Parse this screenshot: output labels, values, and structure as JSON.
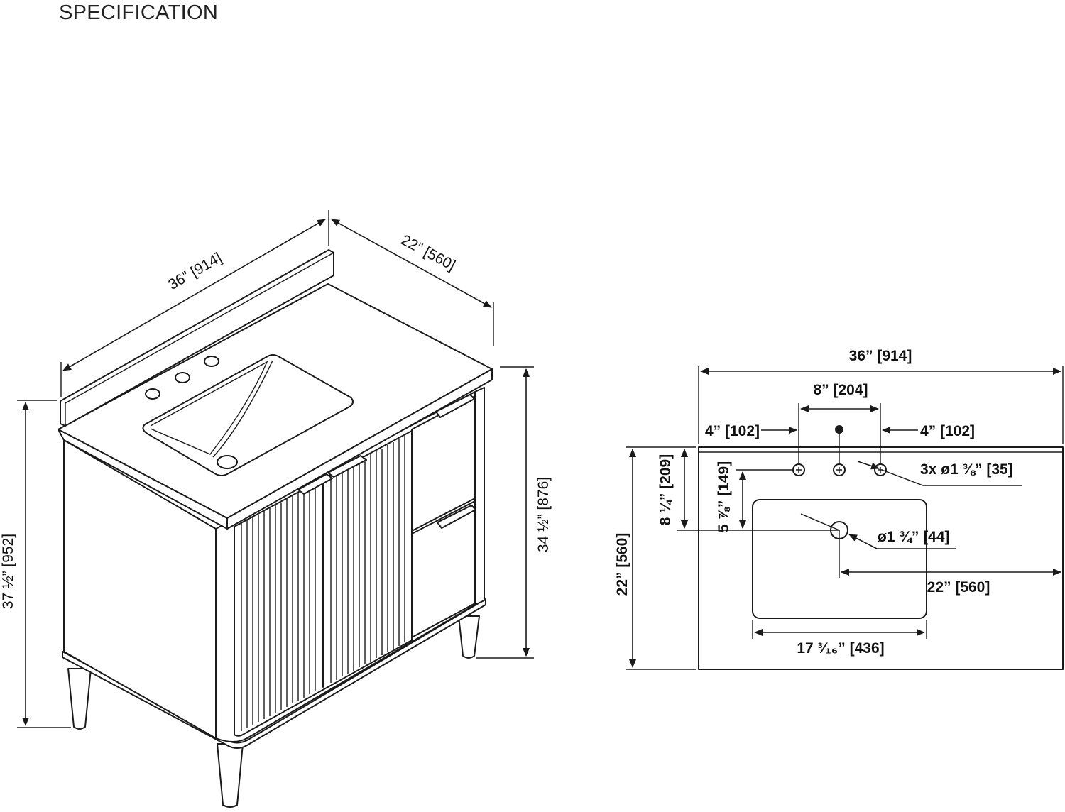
{
  "title": "SPECIFICATION",
  "iso": {
    "width": "36” [914]",
    "depth": "22” [560]",
    "total_height": "37 ½” [952]",
    "cabinet_height": "34 ½” [876]"
  },
  "top": {
    "width": "36” [914]",
    "faucet_spread": "8” [204]",
    "left_offset": "4” [102]",
    "right_offset": "4” [102]",
    "faucet_holes": "3x ø1 ⅜” [35]",
    "drain": "ø1 ¾” [44]",
    "drain_to_right": "22” [560]",
    "basin_width": "17 ³⁄₁₆” [436]",
    "depth": "22” [560]",
    "drain_from_back": "8 ¼” [209]",
    "holes_to_drain": "5 ⅞” [149]"
  }
}
